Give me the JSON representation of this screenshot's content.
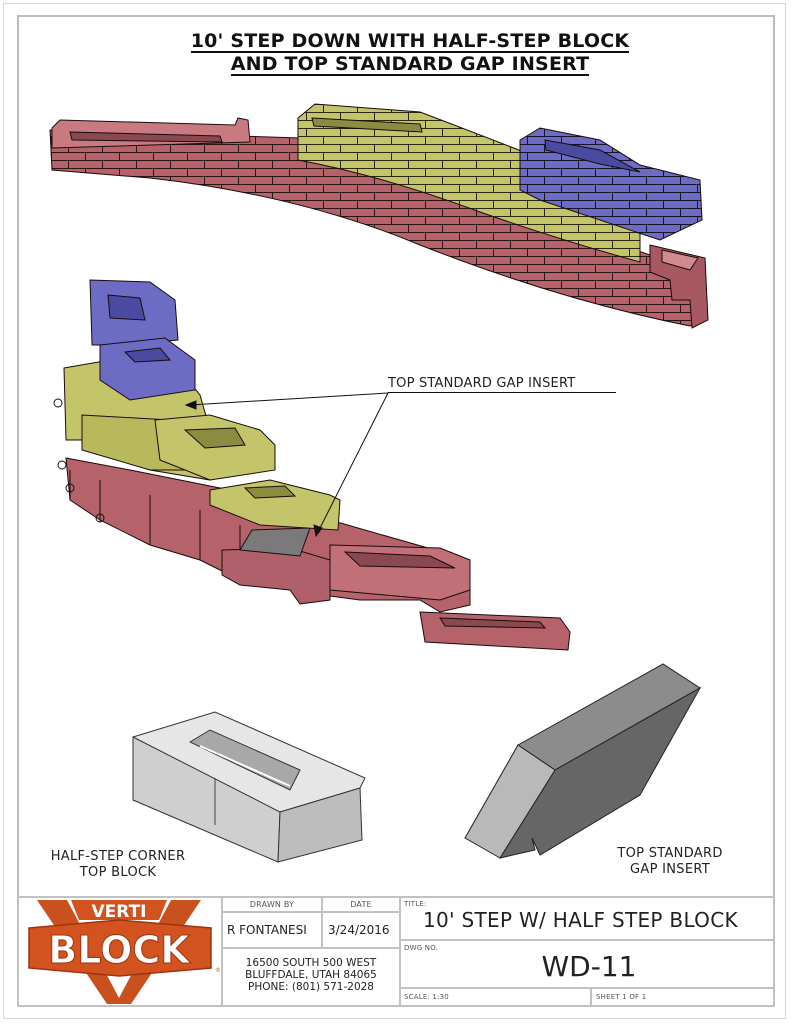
{
  "drawing": {
    "title_line_1": "10' STEP DOWN WITH HALF-STEP BLOCK",
    "title_line_2": "AND TOP STANDARD GAP INSERT",
    "callout": "TOP STANDARD GAP INSERT",
    "views": {
      "top_assembly": "Curved wall assembly — red base courses, yellow middle course, blue top course",
      "middle_assembly": "Step-down assembly with gap inserts",
      "detail_left_label_1": "HALF-STEP CORNER",
      "detail_left_label_2": "TOP BLOCK",
      "detail_right_label_1": "TOP STANDARD",
      "detail_right_label_2": "GAP INSERT"
    },
    "colors": {
      "red_block": "#b5626a",
      "yellow_block": "#c4c46a",
      "blue_block": "#6c6cc4",
      "gray_insert": "#7a7a7a",
      "logo_orange": "#d2531f"
    }
  },
  "title_block": {
    "logo_top": "VERTI",
    "logo_main": "BLOCK",
    "logo_reg": "®",
    "drawn_by_caption": "DRAWN BY",
    "date_caption": "DATE",
    "drawn_by": "R FONTANESI",
    "date": "3/24/2016",
    "address_1": "16500 SOUTH 500 WEST",
    "address_2": "BLUFFDALE, UTAH 84065",
    "phone": "PHONE: (801) 571-2028",
    "title_caption": "TITLE:",
    "title": "10' STEP W/ HALF STEP BLOCK",
    "dwg_caption": "DWG NO.",
    "dwg_no": "WD-11",
    "scale": "SCALE: 1:30",
    "sheet": "SHEET 1 OF 1"
  }
}
